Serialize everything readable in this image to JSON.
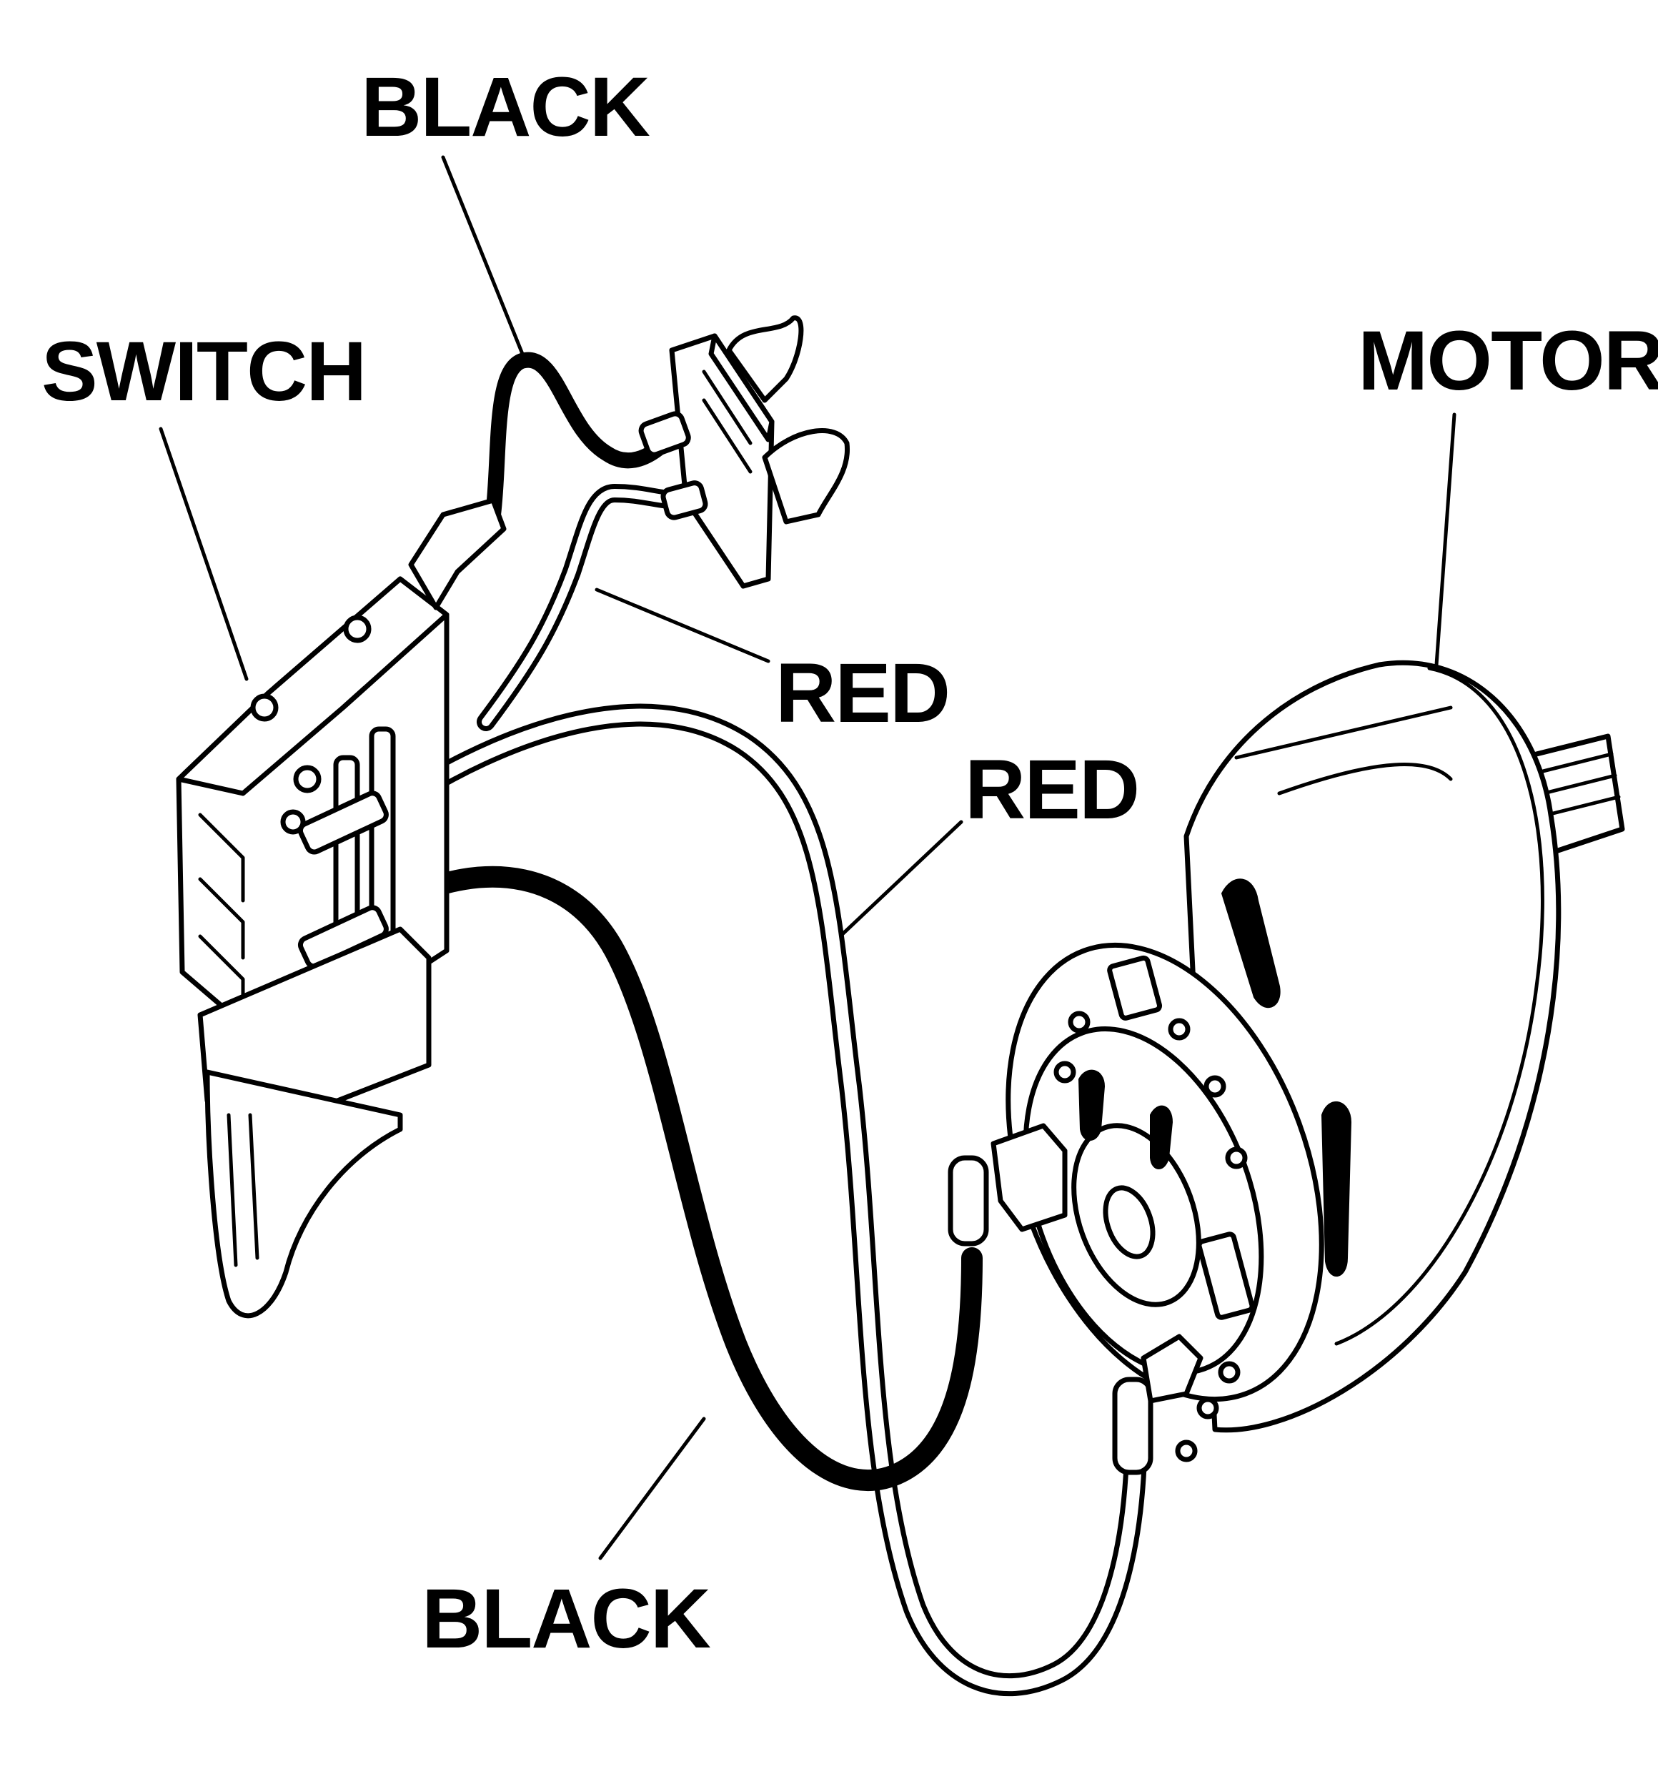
{
  "labels": {
    "switch": "SWITCH",
    "black_top": "BLACK",
    "red_upper": "RED",
    "red_middle": "RED",
    "motor": "MOTOR",
    "black_bottom": "BLACK"
  },
  "colors": {
    "ink": "#000000",
    "paper": "#ffffff"
  }
}
